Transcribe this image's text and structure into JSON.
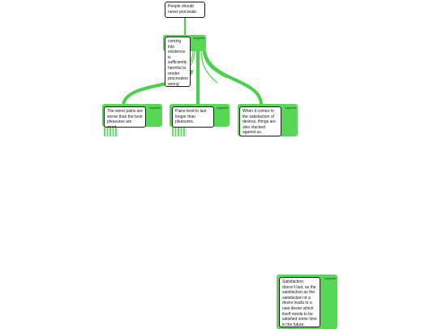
{
  "diagram": {
    "colors": {
      "support": "#57d957",
      "connector": "#4ccf4c",
      "border": "#1a1a1a"
    },
    "root": {
      "text": "People should never procreate"
    },
    "reason": {
      "text": "coming into existence is sufficiently harmful to render procreation wrong",
      "tag": "supports"
    },
    "premises": [
      {
        "text": "The worst pains are worse than the best pleasures are good.",
        "tag": "supports"
      },
      {
        "text": "Pains tend to last longer than pleasures.",
        "tag": "supports"
      },
      {
        "text": "When it comes to the satisfaction of desires, things are also stacked against us.",
        "tag": "supports"
      }
    ],
    "orphan": {
      "text": "Satisfaction doesn't last, as the satisfaction as the satisfaction of a desire leads to a new desire which itself needs to be satisfied some time in the future.",
      "tag": "supports"
    }
  }
}
